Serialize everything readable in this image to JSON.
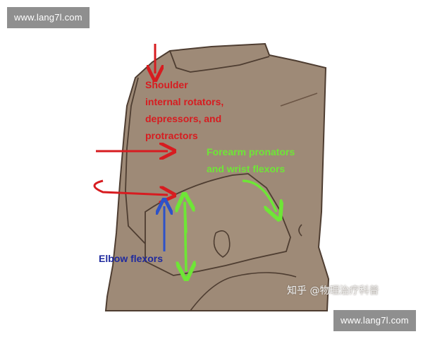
{
  "watermark": {
    "top_text": "www.lang7l.com",
    "bottom_text": "www.lang7l.com"
  },
  "labels": {
    "shoulder": "Shoulder\ninternal rotators,\ndepressors, and\nprotractors",
    "forearm": "Forearm pronators\nand wrist flexors",
    "elbow": "Elbow flexors"
  },
  "credit": "知乎 @物理治疗科普",
  "colors": {
    "body_fill": "#9e8a77",
    "outline": "#4e3d31",
    "shoulder_arrows": "#d71c20",
    "forearm_arrows": "#6ee636",
    "elbow_arrow": "#2d52c9"
  }
}
